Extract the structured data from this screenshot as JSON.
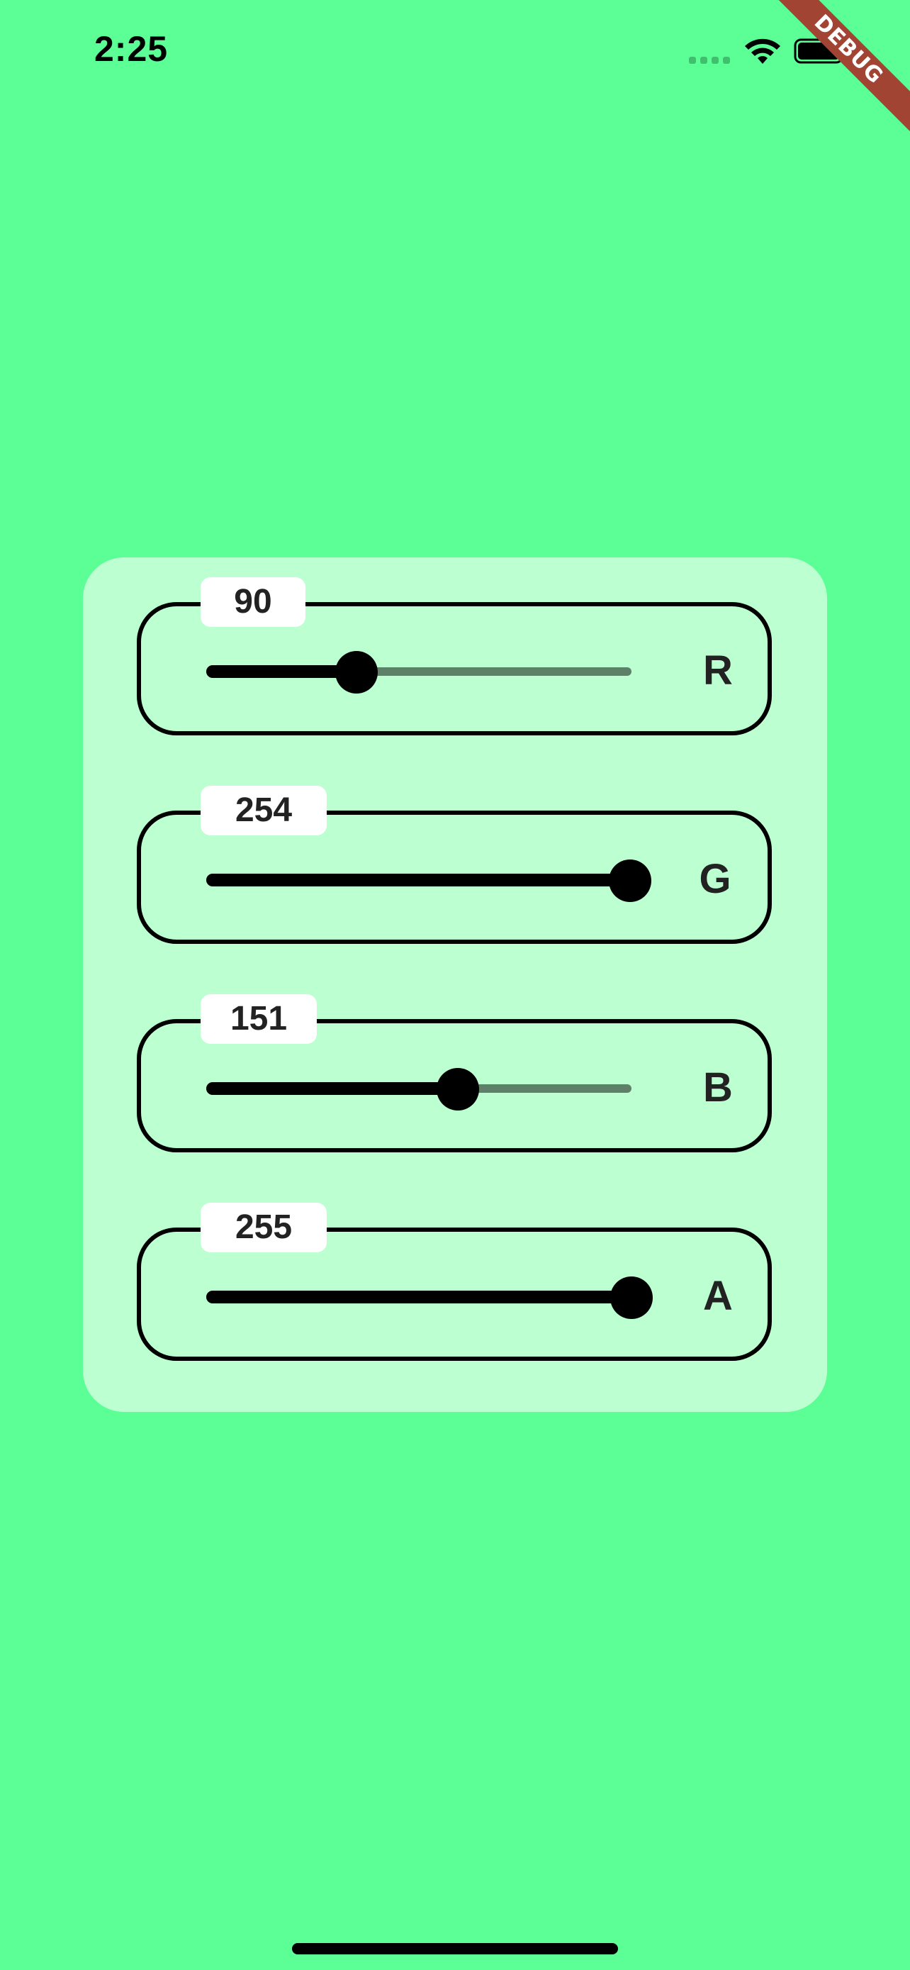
{
  "status_bar": {
    "time": "2:25",
    "signal_icon": "cellular-dots-icon",
    "wifi_icon": "wifi-icon",
    "battery_icon": "battery-full-icon"
  },
  "debug_banner": {
    "label": "DEBUG",
    "color": "#a14434"
  },
  "colors": {
    "background": "#5cff95",
    "panel": "#bcffd1",
    "track_active": "#000000",
    "track_inactive": "rgba(0,0,0,0.5)"
  },
  "sliders": [
    {
      "channel": "R",
      "value": "90",
      "fraction": 0.3529
    },
    {
      "channel": "G",
      "value": "254",
      "fraction": 0.996
    },
    {
      "channel": "B",
      "value": "151",
      "fraction": 0.5922
    },
    {
      "channel": "A",
      "value": "255",
      "fraction": 1.0
    }
  ]
}
